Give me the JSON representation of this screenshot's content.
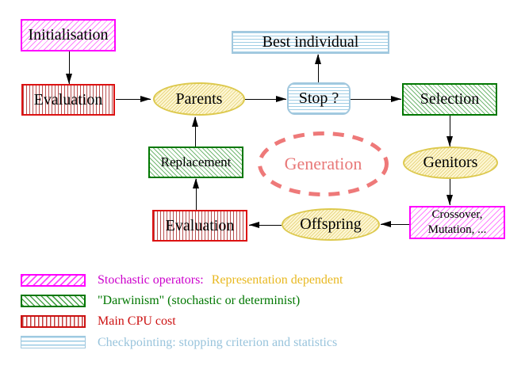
{
  "nodes": {
    "initialisation": "Initialisation",
    "evaluation_top": "Evaluation",
    "parents": "Parents",
    "best_individual": "Best individual",
    "stop": "Stop ?",
    "selection": "Selection",
    "genitors": "Genitors",
    "crossover_line1": "Crossover,",
    "crossover_line2": "Mutation, ...",
    "offspring": "Offspring",
    "evaluation_bottom": "Evaluation",
    "replacement": "Replacement",
    "generation": "Generation"
  },
  "legend": {
    "items": [
      {
        "swatch": "magenta-diagonal-hatch",
        "label": "Stochastic operators:",
        "label_secondary": "Representation dependent"
      },
      {
        "swatch": "green-diagonal-hatch",
        "label": "\"Darwinism\" (stochastic or determinist)"
      },
      {
        "swatch": "red-vertical-stripes",
        "label": "Main CPU cost"
      },
      {
        "swatch": "cyan-horizontal-stripes",
        "label": "Checkpointing: stopping criterion and statistics"
      }
    ]
  },
  "colors": {
    "magenta": "#ff00ff",
    "green": "#007700",
    "red": "#cc1111",
    "cyan": "#99c4dc",
    "gold": "#e8b820",
    "salmon": "#ee7979"
  }
}
